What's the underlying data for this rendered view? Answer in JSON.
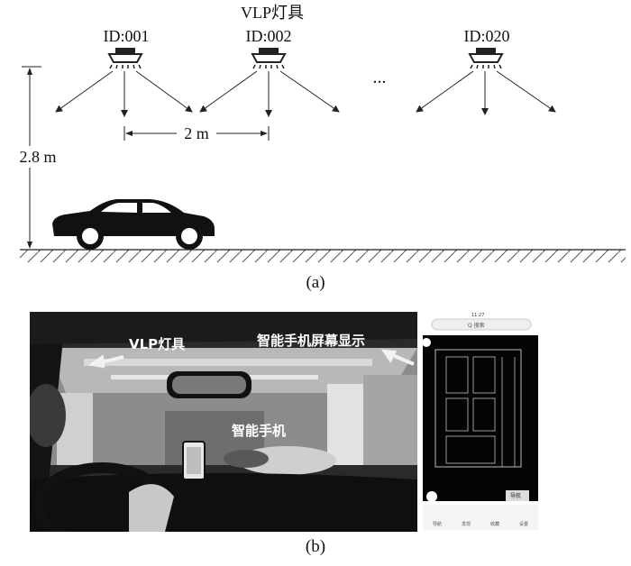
{
  "panel_a": {
    "title": "VLP灯具",
    "lamps": [
      {
        "id": "ID:001"
      },
      {
        "id": "ID:002"
      },
      {
        "id": "ID:020"
      }
    ],
    "ellipsis": "...",
    "spacing_label": "2 m",
    "height_label": "2.8 m",
    "caption": "(a)"
  },
  "panel_b": {
    "label_lamp": "VLP灯具",
    "label_screen": "智能手机屏幕显示",
    "label_phone": "智能手机",
    "phone_ui": {
      "time": "11:27",
      "search_text": "Q 搜索",
      "nav_items": [
        "导航",
        "发现",
        "收藏",
        "设置"
      ],
      "button_text": "导航"
    },
    "caption": "(b)"
  }
}
